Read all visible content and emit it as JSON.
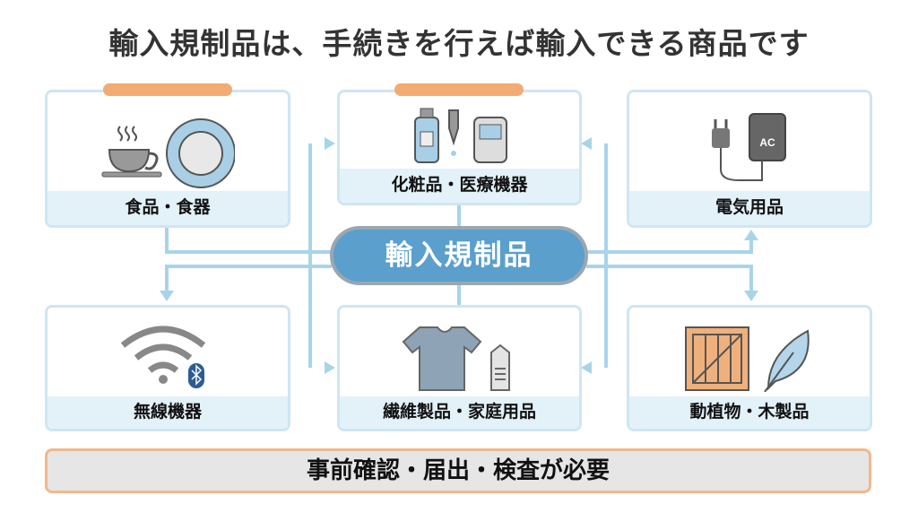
{
  "title": "輸入規制品は、手続きを行えば輸入できる商品です",
  "center": "輸入規制品",
  "categories": [
    {
      "label": "食品・食器",
      "icon": "cup-and-plate-icon"
    },
    {
      "label": "化粧品・医療機器",
      "icon": "bottle-dropper-meter-icon"
    },
    {
      "label": "電気用品",
      "icon": "plug-adapter-icon",
      "adapter_text": "AC"
    },
    {
      "label": "無線機器",
      "icon": "wifi-bluetooth-icon"
    },
    {
      "label": "繊維製品・家庭用品",
      "icon": "tshirt-tag-icon"
    },
    {
      "label": "動植物・木製品",
      "icon": "crate-leaf-icon"
    }
  ],
  "banner": "事前確認・届出・検査が必要",
  "colors": {
    "line": "#a8d4ea",
    "accent": "#f2ab73",
    "pill": "#5b9fcc"
  }
}
